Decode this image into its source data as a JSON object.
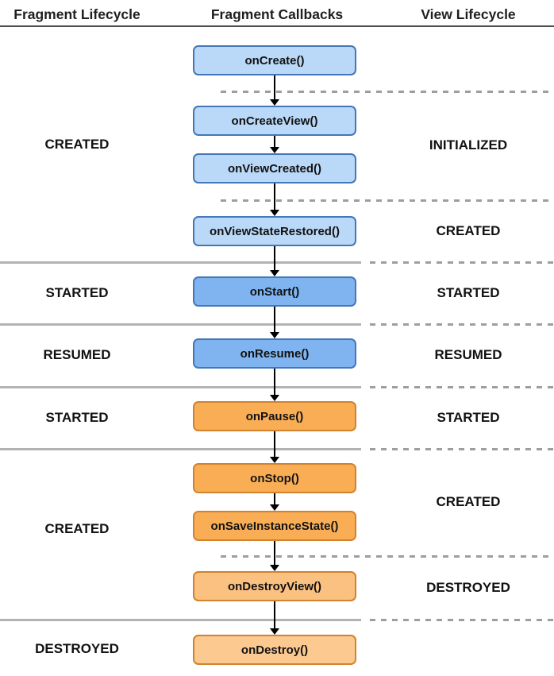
{
  "columns": {
    "fragment_lifecycle": "Fragment Lifecycle",
    "fragment_callbacks": "Fragment Callbacks",
    "view_lifecycle": "View Lifecycle"
  },
  "callbacks": [
    {
      "label": "onCreate()",
      "color": "blue-light"
    },
    {
      "label": "onCreateView()",
      "color": "blue-light"
    },
    {
      "label": "onViewCreated()",
      "color": "blue-light"
    },
    {
      "label": "onViewStateRestored()",
      "color": "blue-light"
    },
    {
      "label": "onStart()",
      "color": "blue"
    },
    {
      "label": "onResume()",
      "color": "blue"
    },
    {
      "label": "onPause()",
      "color": "orange"
    },
    {
      "label": "onStop()",
      "color": "orange"
    },
    {
      "label": "onSaveInstanceState()",
      "color": "orange"
    },
    {
      "label": "onDestroyView()",
      "color": "orange-light"
    },
    {
      "label": "onDestroy()",
      "color": "orange-lighter"
    }
  ],
  "fragment_states": [
    {
      "label": "CREATED"
    },
    {
      "label": "STARTED"
    },
    {
      "label": "RESUMED"
    },
    {
      "label": "STARTED"
    },
    {
      "label": "CREATED"
    },
    {
      "label": "DESTROYED"
    }
  ],
  "view_states": [
    {
      "label": "INITIALIZED"
    },
    {
      "label": "CREATED"
    },
    {
      "label": "STARTED"
    },
    {
      "label": "RESUMED"
    },
    {
      "label": "STARTED"
    },
    {
      "label": "CREATED"
    },
    {
      "label": "DESTROYED"
    }
  ],
  "colors": {
    "blue_light_fill": "#bad8f7",
    "blue_fill": "#7fb4f0",
    "blue_border": "#4377b9",
    "orange_fill": "#f9ae56",
    "orange_light_fill": "#fbc181",
    "orange_lighter_fill": "#fcca90",
    "orange_border": "#d2822d",
    "solid_divider": "#b3b3b3",
    "dashed_divider": "#9e9e9e",
    "header_rule": "#4e4e4e"
  }
}
